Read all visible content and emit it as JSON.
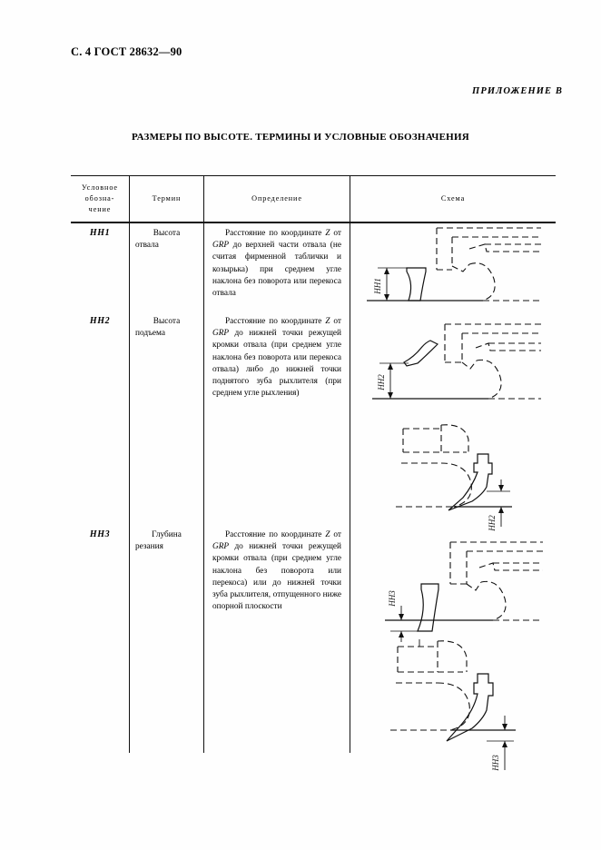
{
  "header": {
    "page_label": "С. 4 ГОСТ 28632—90",
    "appendix": "ПРИЛОЖЕНИЕ В",
    "title": "РАЗМЕРЫ ПО ВЫСОТЕ. ТЕРМИНЫ И УСЛОВНЫЕ ОБОЗНАЧЕНИЯ"
  },
  "table": {
    "columns": [
      {
        "id": "symbol",
        "label": "Условное обозна-\nчение"
      },
      {
        "id": "term",
        "label": "Термин"
      },
      {
        "id": "definition",
        "label": "Определение"
      },
      {
        "id": "schema",
        "label": "Схема"
      }
    ],
    "rows": [
      {
        "symbol": "HH1",
        "term_line1": "Высота",
        "term_line2": "отвала",
        "definition": "Расстояние по координате Z от GRP до верхней части отвала (не считая фирменной таблички и козырька) при среднем угле наклона без поворота или перекоса отвала",
        "definition_parts": [
          {
            "text": "Расстояние по координате ",
            "style": "normal"
          },
          {
            "text": "Z",
            "style": "italic"
          },
          {
            "text": " от ",
            "style": "normal"
          },
          {
            "text": "GRP",
            "style": "italic"
          },
          {
            "text": " до верхней части отвала (не считая фирменной таблички и козырька) при среднем угле наклона без поворота или перекоса отвала",
            "style": "normal"
          }
        ]
      },
      {
        "symbol": "HH2",
        "term_line1": "Высота",
        "term_line2": "подъема",
        "definition": "Расстояние по координате Z от GRP до нижней точки режущей кромки отвала (при среднем угле наклона без поворота или перекоса отвала) либо до нижней точки поднятого зуба рыхлителя (при среднем угле рыхления)",
        "definition_parts": [
          {
            "text": "Расстояние по координате ",
            "style": "normal"
          },
          {
            "text": "Z",
            "style": "italic"
          },
          {
            "text": " от ",
            "style": "normal"
          },
          {
            "text": "GRP",
            "style": "italic"
          },
          {
            "text": " до нижней точки режущей кромки отвала (при среднем угле наклона без поворота или перекоса отвала) либо до нижней точки поднятого зуба рыхлителя (при среднем угле рыхления)",
            "style": "normal"
          }
        ]
      },
      {
        "symbol": "HH3",
        "term_line1": "Глубина",
        "term_line2": "резания",
        "definition": "Расстояние по координате Z от GRP до нижней точки режущей кромки отвала (при среднем угле наклона без поворота или перекоса) или до нижней точки зуба рыхлителя, отпущенного ниже опорной плоскости",
        "definition_parts": [
          {
            "text": "Расстояние по координате ",
            "style": "normal"
          },
          {
            "text": "Z",
            "style": "italic"
          },
          {
            "text": " от ",
            "style": "normal"
          },
          {
            "text": "GRP",
            "style": "italic"
          },
          {
            "text": " до нижней точки режущей кромки отвала (при среднем угле наклона без поворота или перекоса) или до нижней точки зуба рыхлителя, отпущенного ниже опорной плоскости",
            "style": "normal"
          }
        ]
      }
    ]
  },
  "schemas": [
    {
      "id": "schema-hh1-blade",
      "dimension_label": "HH1",
      "description": "Бульдозерный отвал, высота отвала от опорной плоскости"
    },
    {
      "id": "schema-hh2-blade",
      "dimension_label": "HH2",
      "description": "Поднятый отвал, высота подъема от опорной плоскости"
    },
    {
      "id": "schema-hh2-ripper",
      "dimension_label": "HH2",
      "description": "Поднятый зуб рыхлителя, высота подъема"
    },
    {
      "id": "schema-hh3-blade",
      "dimension_label": "HH3",
      "description": "Отвал ниже опорной плоскости, глубина резания"
    },
    {
      "id": "schema-hh3-ripper",
      "dimension_label": "HH3",
      "description": "Зуб рыхлителя ниже опорной плоскости, глубина резания"
    }
  ],
  "colors": {
    "ink": "#111111",
    "paper": "#fefefe"
  }
}
